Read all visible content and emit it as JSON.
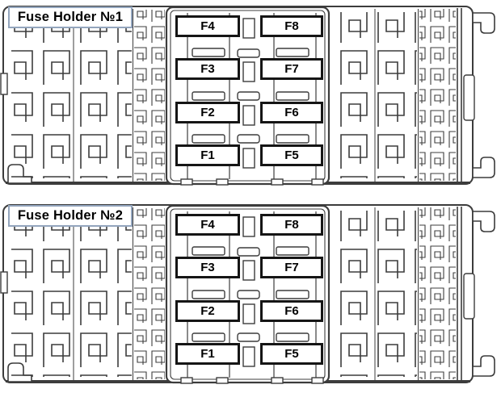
{
  "panels": [
    {
      "title": "Fuse Holder №1",
      "fuse_columns": {
        "left": [
          "F4",
          "F3",
          "F2",
          "F1"
        ],
        "right": [
          "F8",
          "F7",
          "F6",
          "F5"
        ]
      }
    },
    {
      "title": "Fuse Holder №2",
      "fuse_columns": {
        "left": [
          "F4",
          "F3",
          "F2",
          "F1"
        ],
        "right": [
          "F8",
          "F7",
          "F6",
          "F5"
        ]
      }
    }
  ],
  "colors": {
    "line": "#3c3c3c",
    "fuse_border": "#151515",
    "label_box_border": "#93a5bd",
    "background": "#ffffff",
    "text": "#000000"
  }
}
